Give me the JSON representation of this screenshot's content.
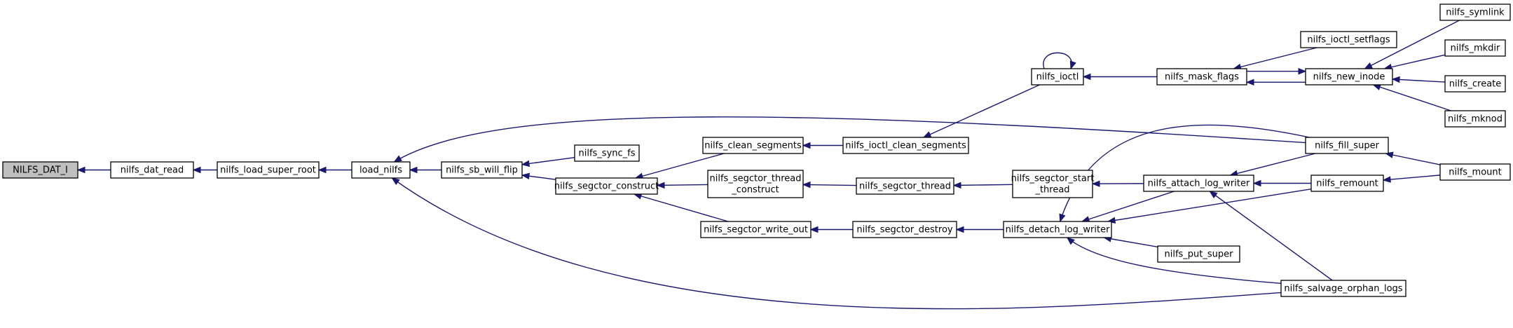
{
  "nodes": [
    {
      "id": "n0",
      "lines": [
        "NILFS_DAT_I"
      ],
      "highlight": true
    },
    {
      "id": "n1",
      "lines": [
        "nilfs_dat_read"
      ]
    },
    {
      "id": "n2",
      "lines": [
        "nilfs_load_super_root"
      ]
    },
    {
      "id": "n3",
      "lines": [
        "load_nilfs"
      ]
    },
    {
      "id": "n4",
      "lines": [
        "nilfs_sb_will_flip"
      ]
    },
    {
      "id": "n5",
      "lines": [
        "nilfs_sync_fs"
      ]
    },
    {
      "id": "n6",
      "lines": [
        "nilfs_segctor_construct"
      ]
    },
    {
      "id": "n7",
      "lines": [
        "nilfs_clean_segments"
      ]
    },
    {
      "id": "n8",
      "lines": [
        "nilfs_segctor_thread",
        "_construct"
      ]
    },
    {
      "id": "n9",
      "lines": [
        "nilfs_segctor_write_out"
      ]
    },
    {
      "id": "n10",
      "lines": [
        "nilfs_ioctl_clean_segments"
      ]
    },
    {
      "id": "n11",
      "lines": [
        "nilfs_segctor_thread"
      ]
    },
    {
      "id": "n12",
      "lines": [
        "nilfs_segctor_destroy"
      ]
    },
    {
      "id": "n13",
      "lines": [
        "nilfs_ioctl"
      ]
    },
    {
      "id": "n14",
      "lines": [
        "nilfs_segctor_start",
        "_thread"
      ]
    },
    {
      "id": "n15",
      "lines": [
        "nilfs_detach_log_writer"
      ]
    },
    {
      "id": "n16",
      "lines": [
        "nilfs_mask_flags"
      ]
    },
    {
      "id": "n17",
      "lines": [
        "nilfs_attach_log_writer"
      ]
    },
    {
      "id": "n18",
      "lines": [
        "nilfs_put_super"
      ]
    },
    {
      "id": "n19",
      "lines": [
        "nilfs_ioctl_setflags"
      ]
    },
    {
      "id": "n20",
      "lines": [
        "nilfs_new_inode"
      ]
    },
    {
      "id": "n21",
      "lines": [
        "nilfs_fill_super"
      ]
    },
    {
      "id": "n22",
      "lines": [
        "nilfs_remount"
      ]
    },
    {
      "id": "n23",
      "lines": [
        "nilfs_salvage_orphan_logs"
      ]
    },
    {
      "id": "n24",
      "lines": [
        "nilfs_symlink"
      ]
    },
    {
      "id": "n25",
      "lines": [
        "nilfs_mkdir"
      ]
    },
    {
      "id": "n26",
      "lines": [
        "nilfs_create"
      ]
    },
    {
      "id": "n27",
      "lines": [
        "nilfs_mknod"
      ]
    },
    {
      "id": "n28",
      "lines": [
        "nilfs_mount"
      ]
    }
  ],
  "edges": [
    {
      "from": "n1",
      "to": "n0"
    },
    {
      "from": "n2",
      "to": "n1"
    },
    {
      "from": "n3",
      "to": "n2"
    },
    {
      "from": "n4",
      "to": "n3"
    },
    {
      "from": "n21",
      "to": "n3"
    },
    {
      "from": "n23",
      "to": "n3"
    },
    {
      "from": "n5",
      "to": "n4"
    },
    {
      "from": "n6",
      "to": "n4"
    },
    {
      "from": "n7",
      "to": "n6"
    },
    {
      "from": "n8",
      "to": "n6"
    },
    {
      "from": "n9",
      "to": "n6"
    },
    {
      "from": "n10",
      "to": "n7"
    },
    {
      "from": "n11",
      "to": "n8"
    },
    {
      "from": "n12",
      "to": "n9"
    },
    {
      "from": "n13",
      "to": "n10"
    },
    {
      "from": "n14",
      "to": "n11"
    },
    {
      "from": "n15",
      "to": "n12"
    },
    {
      "from": "n13",
      "to": "n13"
    },
    {
      "from": "n16",
      "to": "n13"
    },
    {
      "from": "n17",
      "to": "n14"
    },
    {
      "from": "n21",
      "to": "n15"
    },
    {
      "from": "n17",
      "to": "n15"
    },
    {
      "from": "n18",
      "to": "n15"
    },
    {
      "from": "n22",
      "to": "n15"
    },
    {
      "from": "n23",
      "to": "n15"
    },
    {
      "from": "n19",
      "to": "n16"
    },
    {
      "from": "n20",
      "to": "n16"
    },
    {
      "from": "n16",
      "to": "n20"
    },
    {
      "from": "n21",
      "to": "n17"
    },
    {
      "from": "n22",
      "to": "n17"
    },
    {
      "from": "n23",
      "to": "n17"
    },
    {
      "from": "n24",
      "to": "n20"
    },
    {
      "from": "n25",
      "to": "n20"
    },
    {
      "from": "n26",
      "to": "n20"
    },
    {
      "from": "n27",
      "to": "n20"
    },
    {
      "from": "n28",
      "to": "n21"
    },
    {
      "from": "n28",
      "to": "n22"
    }
  ],
  "colors": {
    "edge": "#191970",
    "node_border": "#000000",
    "node_fill": "#ffffff",
    "highlight_fill": "#bfbfbf",
    "background": "#ffffff"
  }
}
